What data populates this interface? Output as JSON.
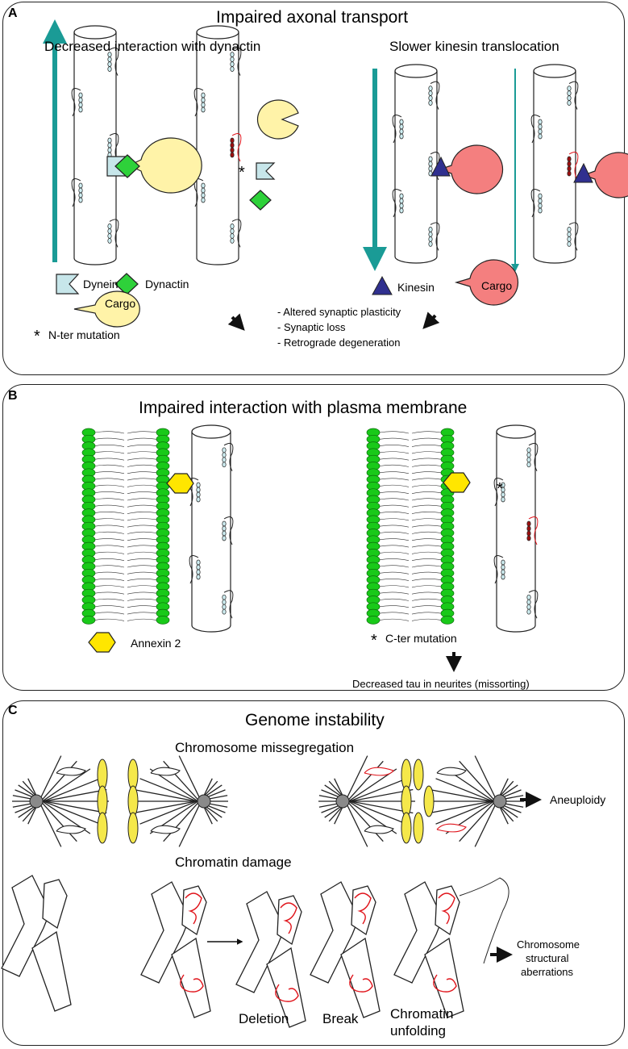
{
  "panel_a": {
    "letter": "A",
    "title": "Impaired axonal transport",
    "left_subtitle": "Decreased interaction with dynactin",
    "right_subtitle": "Slower kinesin translocation",
    "legend_dynein": "Dynein",
    "legend_dynactin": "Dynactin",
    "legend_cargo": "Cargo",
    "legend_kinesin": "Kinesin",
    "legend_cargo2": "Cargo",
    "mutation_note": "N-ter mutation",
    "effect_1": "- Altered synaptic plasticity",
    "effect_2": "- Synaptic loss",
    "effect_3": "- Retrograde degeneration",
    "colors": {
      "arrow": "#1a9b96",
      "cargo_yellow": "#fff3a8",
      "cargo_red": "#f47f7f",
      "dynein": "#c7e6ea",
      "dynactin": "#2ed13a",
      "kinesin": "#30308f"
    }
  },
  "panel_b": {
    "letter": "B",
    "title": "Impaired interaction with plasma membrane",
    "legend_annexin": "Annexin 2",
    "mutation_note": "C-ter mutation",
    "effect": "Decreased tau in neurites (missorting)",
    "colors": {
      "lipid_head": "#19c919",
      "annexin": "#ffe600"
    }
  },
  "panel_c": {
    "letter": "C",
    "title": "Genome instability",
    "sub1": "Chromosome missegregation",
    "aneuploidy": "Aneuploidy",
    "sub2": "Chromatin damage",
    "label_deletion": "Deletion",
    "label_break": "Break",
    "label_unfolding_1": "Chromatin",
    "label_unfolding_2": "unfolding",
    "aberration_1": "Chromosome",
    "aberration_2": "structural",
    "aberration_3": "aberrations",
    "colors": {
      "kinetochore": "#f5e84a",
      "tau_mut": "#e0141b",
      "pole": "#8a8a8a"
    }
  }
}
